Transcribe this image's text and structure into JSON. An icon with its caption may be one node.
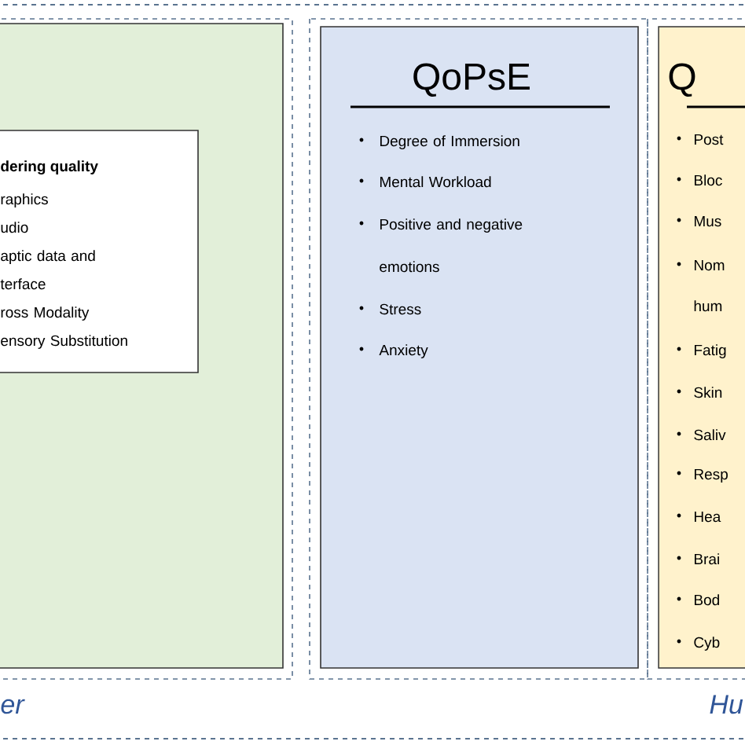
{
  "diagram": {
    "nodes": [
      {
        "text": [],
        "shape": "box"
      },
      {
        "text": [
          "dering quality",
          "raphics",
          "udio",
          "aptic data and terface",
          "ross Modality",
          "ensory Substitution"
        ],
        "in": 0
      },
      {
        "text": [
          "QoPsE",
          "Degree of Immersion",
          "Mental Workload",
          "Positive and negative emotions",
          "Stress",
          "Anxiety"
        ]
      },
      {
        "text": [
          "Q",
          "Post",
          "Bloc",
          "Mus",
          "Nom hum",
          "Fatig",
          "Skin",
          "Saliv",
          "Resp",
          "Hea",
          "Brai",
          "Bod",
          "Cyb"
        ]
      }
    ],
    "labels": [
      "er",
      "Hu"
    ]
  }
}
